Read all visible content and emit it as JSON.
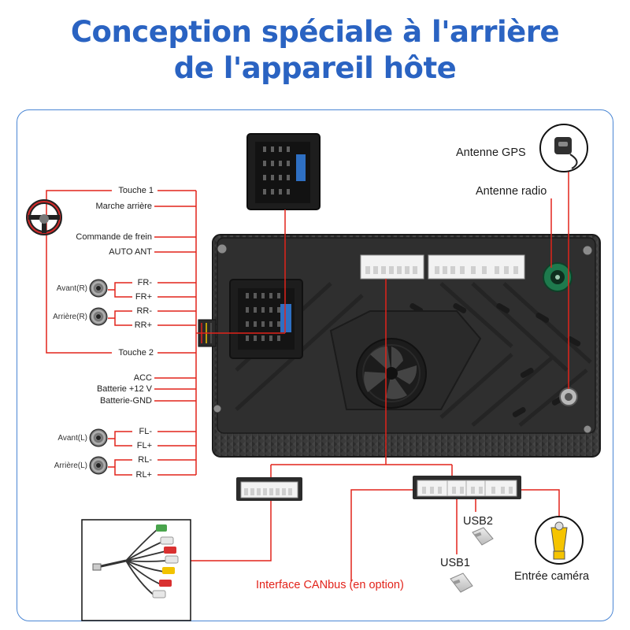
{
  "title": {
    "line1": "Conception spéciale à l'arrière",
    "line2": "de l'appareil hôte"
  },
  "left_labels": {
    "touche1": "Touche 1",
    "marche_arriere": "Marche arrière",
    "commande_frein": "Commande de frein",
    "auto_ant": "AUTO ANT",
    "fr_minus": "FR-",
    "fr_plus": "FR+",
    "rr_minus": "RR-",
    "rr_plus": "RR+",
    "touche2": "Touche 2",
    "acc": "ACC",
    "batterie_12v": "Batterie +12 V",
    "batterie_gnd": "Batterie-GND",
    "fl_minus": "FL-",
    "fl_plus": "FL+",
    "rl_minus": "RL-",
    "rl_plus": "RL+"
  },
  "speakers": {
    "avant_r": "Avant(R)",
    "arriere_r": "Arrière(R)",
    "avant_l": "Avant(L)",
    "arriere_l": "Arrière(L)"
  },
  "right_labels": {
    "gps": "Antenne GPS",
    "radio": "Antenne radio",
    "usb2": "USB2",
    "usb1": "USB1",
    "camera": "Entrée caméra",
    "canbus": "Interface CANbus (en option)"
  },
  "colors": {
    "title": "#2a63c2",
    "wire": "#e2231a",
    "panel_border": "#4a86d4",
    "device": "#2f2f2f"
  },
  "icons": [
    "steering-wheel-icon",
    "speaker-icon",
    "gps-antenna-icon",
    "rca-camera-icon",
    "usb-connector-icon",
    "wiring-harness-icon"
  ]
}
